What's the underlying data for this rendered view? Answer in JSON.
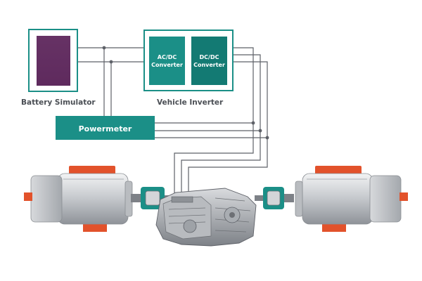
{
  "labels": {
    "battery_simulator": "Battery Simulator",
    "vehicle_inverter": "Vehicle Inverter",
    "powermeter": "Powermeter",
    "ac_dc_line1": "AC/DC",
    "ac_dc_line2": "Converter",
    "dc_dc_line1": "DC/DC",
    "dc_dc_line2": "Converter"
  },
  "colors": {
    "teal": "#1b8f87",
    "teal_dark": "#137a73",
    "purple": "#5a2158",
    "motor_orange": "#e2522b",
    "wire": "#5e6168",
    "text": "#4b4f55"
  }
}
